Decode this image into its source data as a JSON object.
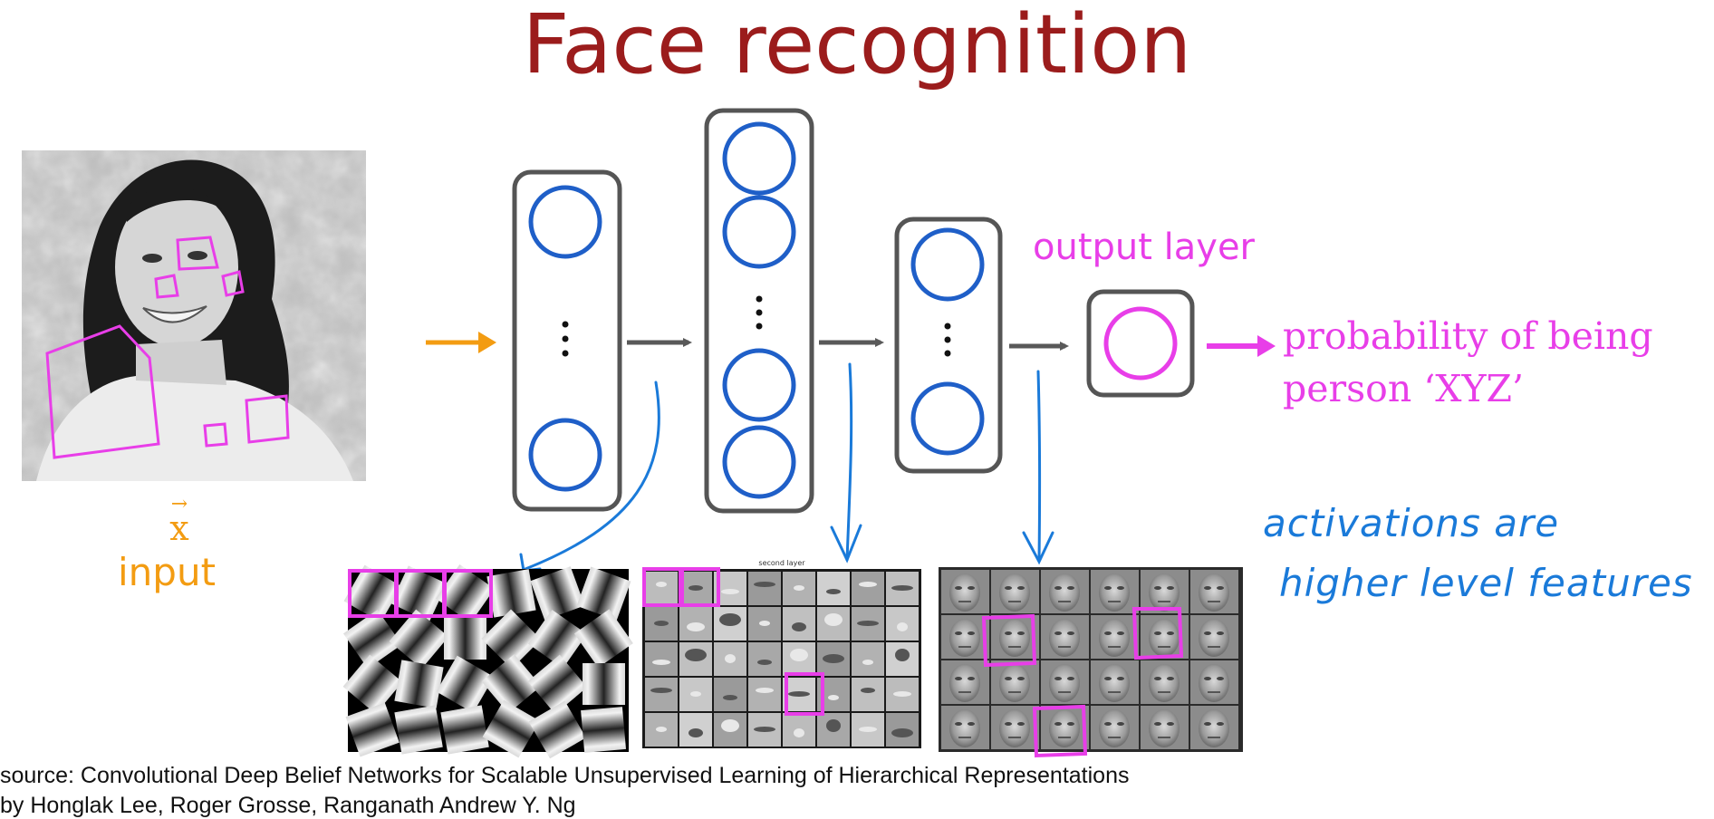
{
  "title": "Face recognition",
  "input_image": {
    "caption": "input",
    "symbol": "x",
    "symbol_arrow": "→",
    "alt": "grayscale photo of a smiling woman with long dark hair"
  },
  "network": {
    "output_layer_label": "output layer",
    "output_text_line1": "probability of being",
    "output_text_line2": "person ‘XYZ’",
    "ellipsis": "⋮"
  },
  "annotation": {
    "line1": "activations are",
    "line2": "higher level features"
  },
  "feature_panels": [
    {
      "name": "first-layer-edge-features",
      "header": ""
    },
    {
      "name": "second-layer-part-features",
      "header": "second layer"
    },
    {
      "name": "third-layer-face-features",
      "header": ""
    }
  ],
  "source": {
    "line1": "source: Convolutional Deep Belief Networks for Scalable Unsupervised Learning of Hierarchical Representations",
    "line2": "by Honglak Lee, Roger Grosse, Ranganath Andrew Y. Ng"
  },
  "colors": {
    "title": "#9b1c1c",
    "input_arrow": "#f39c12",
    "highlight_magenta": "#e83ee8",
    "neuron_blue": "#1f5fc8",
    "handwriting_blue": "#1a7ad9",
    "layer_box": "#555555",
    "connector_gray": "#595959"
  }
}
